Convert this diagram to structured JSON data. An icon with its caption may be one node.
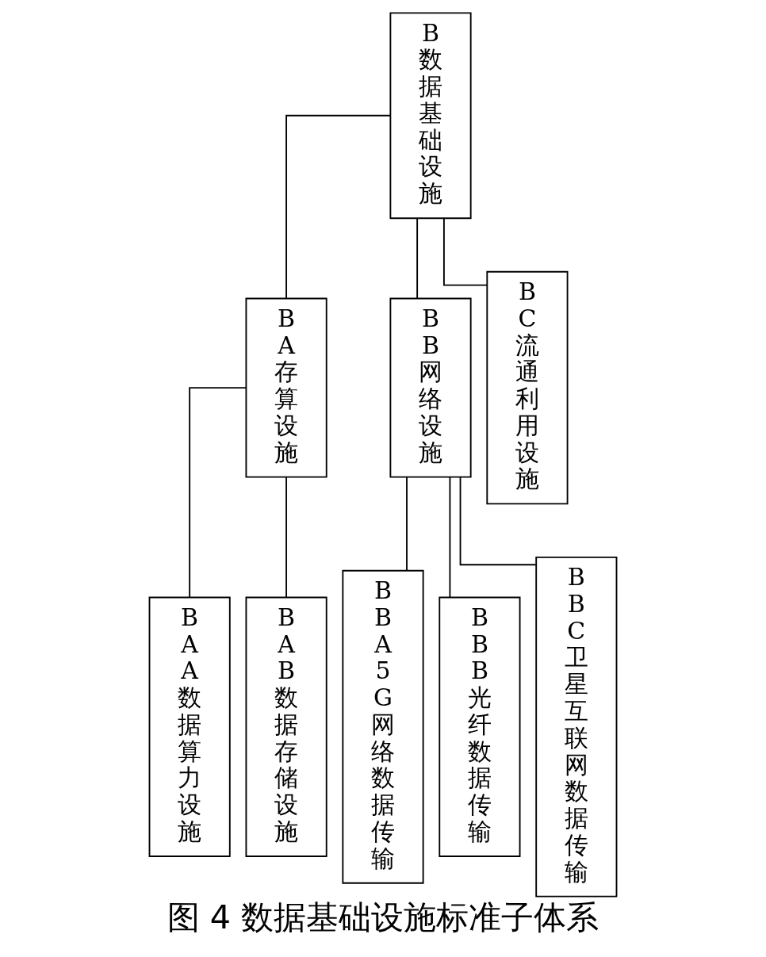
{
  "diagram": {
    "caption": "图 4 数据基础设施标准子体系",
    "nodes": [
      {
        "text": [
          "B数据基础设施"
        ]
      },
      {
        "text": [
          "BA存算设施"
        ]
      },
      {
        "text": [
          "BB网络设施"
        ]
      },
      {
        "text": [
          "BC流通利用设施"
        ]
      },
      {
        "text": [
          "BAA数据算力设施"
        ]
      },
      {
        "text": [
          "BAB数据存储设施"
        ]
      },
      {
        "text": [
          "BBA5G网络数据传输"
        ]
      },
      {
        "text": [
          "BBB光纤数据传输"
        ]
      },
      {
        "text": [
          "BBC卫星互联网数据传输"
        ]
      }
    ],
    "edges": [
      {
        "from": 0,
        "to": 1,
        "arrow": "none"
      },
      {
        "from": 0,
        "to": 2,
        "arrow": "none"
      },
      {
        "from": 0,
        "to": 3,
        "arrow": "none"
      },
      {
        "from": 1,
        "to": 4,
        "arrow": "none"
      },
      {
        "from": 1,
        "to": 5,
        "arrow": "none"
      },
      {
        "from": 2,
        "to": 6,
        "arrow": "none"
      },
      {
        "from": 2,
        "to": 7,
        "arrow": "none"
      },
      {
        "from": 2,
        "to": 8,
        "arrow": "none"
      }
    ]
  }
}
